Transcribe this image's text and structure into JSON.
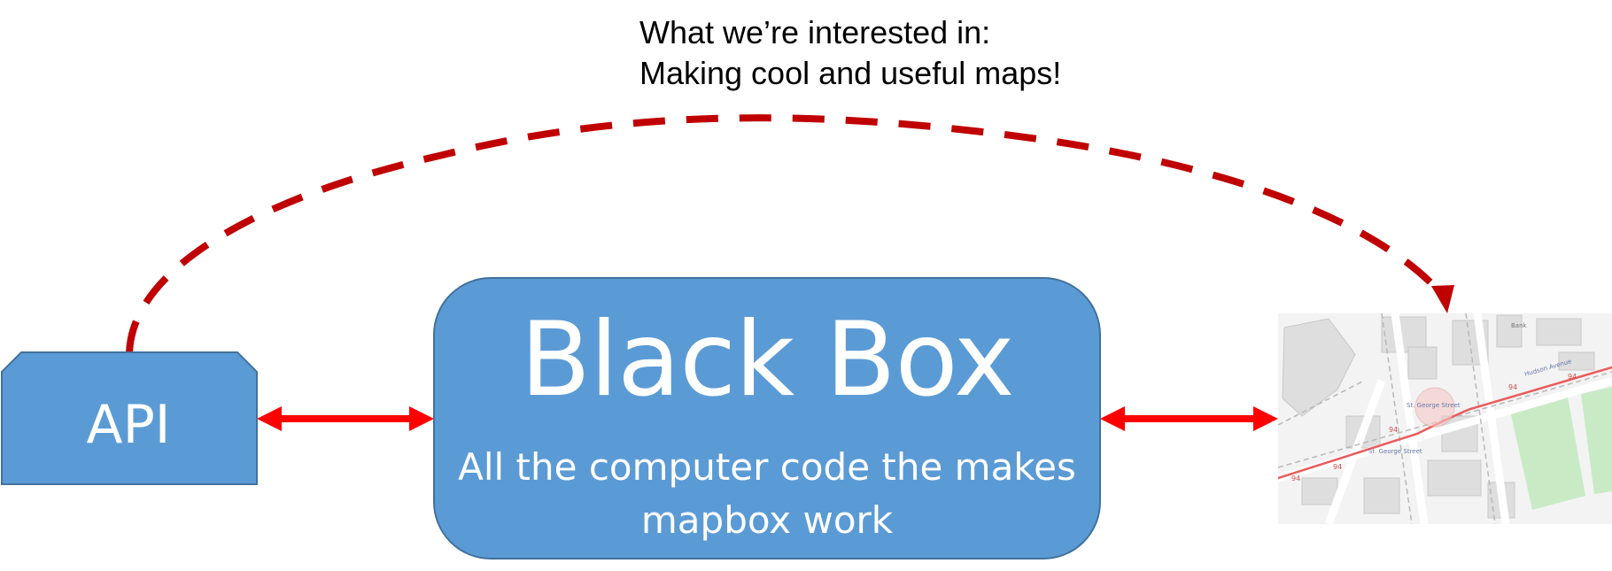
{
  "caption": {
    "line1": "What we’re interested in:",
    "line2": "Making cool and useful maps!"
  },
  "api": {
    "label": "API"
  },
  "black_box": {
    "title": "Black Box",
    "subtitle": "All the computer code the makes mapbox work"
  },
  "map": {
    "street_labels": [
      "St. George Street",
      "St. George Street",
      "Hudson Avenue",
      "Bank"
    ],
    "route_numbers": [
      "94",
      "94",
      "94",
      "94",
      "94"
    ]
  },
  "colors": {
    "box_fill": "#5b9bd5",
    "box_stroke": "#41719c",
    "arrow": "#ff0000",
    "dashed_arc": "#c00000",
    "map_background": "#f3f3f3",
    "map_park": "#c8ebc6",
    "map_route": "#ea5b5b"
  }
}
